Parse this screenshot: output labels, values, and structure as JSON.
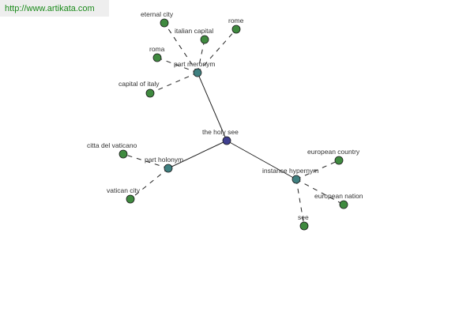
{
  "source_link": "http://www.artikata.com",
  "colors": {
    "root": "#3f3f8f",
    "relation": "#3f8080",
    "leaf": "#3f8a3f",
    "edge": "#222222",
    "node_stroke": "#1a1a1a"
  },
  "nodes": [
    {
      "id": "root",
      "label": "the holy see",
      "kind": "root"
    },
    {
      "id": "meronym",
      "label": "part meronym",
      "kind": "relation"
    },
    {
      "id": "holonym",
      "label": "part holonym",
      "kind": "relation"
    },
    {
      "id": "hypernym",
      "label": "instance hypernym",
      "kind": "relation"
    },
    {
      "id": "eternal",
      "label": "eternal city",
      "kind": "leaf"
    },
    {
      "id": "italiancap",
      "label": "italian capital",
      "kind": "leaf"
    },
    {
      "id": "rome",
      "label": "rome",
      "kind": "leaf"
    },
    {
      "id": "roma",
      "label": "roma",
      "kind": "leaf"
    },
    {
      "id": "capitaly",
      "label": "capital of italy",
      "kind": "leaf"
    },
    {
      "id": "citta",
      "label": "citta del vaticano",
      "kind": "leaf"
    },
    {
      "id": "vatcity",
      "label": "vatican city",
      "kind": "leaf"
    },
    {
      "id": "eucountry",
      "label": "european country",
      "kind": "leaf"
    },
    {
      "id": "eunation",
      "label": "european nation",
      "kind": "leaf"
    },
    {
      "id": "see",
      "label": "see",
      "kind": "leaf"
    }
  ],
  "edges": [
    {
      "from": "root",
      "to": "meronym",
      "style": "solid"
    },
    {
      "from": "root",
      "to": "holonym",
      "style": "solid"
    },
    {
      "from": "root",
      "to": "hypernym",
      "style": "solid"
    },
    {
      "from": "meronym",
      "to": "eternal",
      "style": "dashed"
    },
    {
      "from": "meronym",
      "to": "italiancap",
      "style": "dashed"
    },
    {
      "from": "meronym",
      "to": "rome",
      "style": "dashed"
    },
    {
      "from": "meronym",
      "to": "roma",
      "style": "dashed"
    },
    {
      "from": "meronym",
      "to": "capitaly",
      "style": "dashed"
    },
    {
      "from": "holonym",
      "to": "citta",
      "style": "dashed"
    },
    {
      "from": "holonym",
      "to": "vatcity",
      "style": "dashed"
    },
    {
      "from": "hypernym",
      "to": "eucountry",
      "style": "dashed"
    },
    {
      "from": "hypernym",
      "to": "eunation",
      "style": "dashed"
    },
    {
      "from": "hypernym",
      "to": "see",
      "style": "dashed"
    }
  ]
}
